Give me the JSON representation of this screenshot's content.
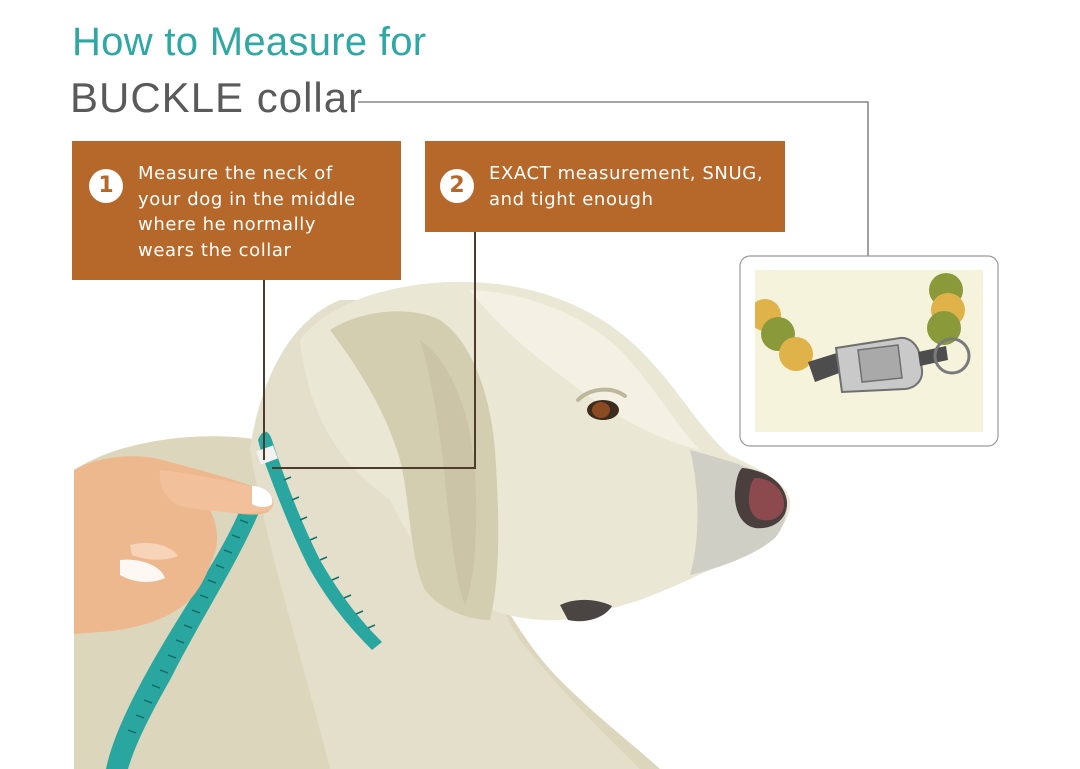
{
  "title": {
    "line1": "How to Measure for",
    "line2": "BUCKLE collar"
  },
  "steps": [
    {
      "number": "1",
      "text": "Measure the neck of\nyour dog in the middle\nwhere he normally\nwears the collar"
    },
    {
      "number": "2",
      "text": "EXACT measurement, SNUG,\nand tight enough"
    }
  ],
  "colors": {
    "title_accent": "#2fa7a5",
    "subtitle": "#5a5a5a",
    "step_box": "#b5682a",
    "tape_measure": "#2aa6a0",
    "dog_fur": "#e6e2cf",
    "bead_yellow": "#e0b24a",
    "bead_green": "#8a9a3a"
  },
  "icons": {
    "dog": "dog-head-illustration",
    "hand": "hand-illustration",
    "tape": "measuring-tape",
    "collar_detail": "buckle-collar-closeup"
  }
}
